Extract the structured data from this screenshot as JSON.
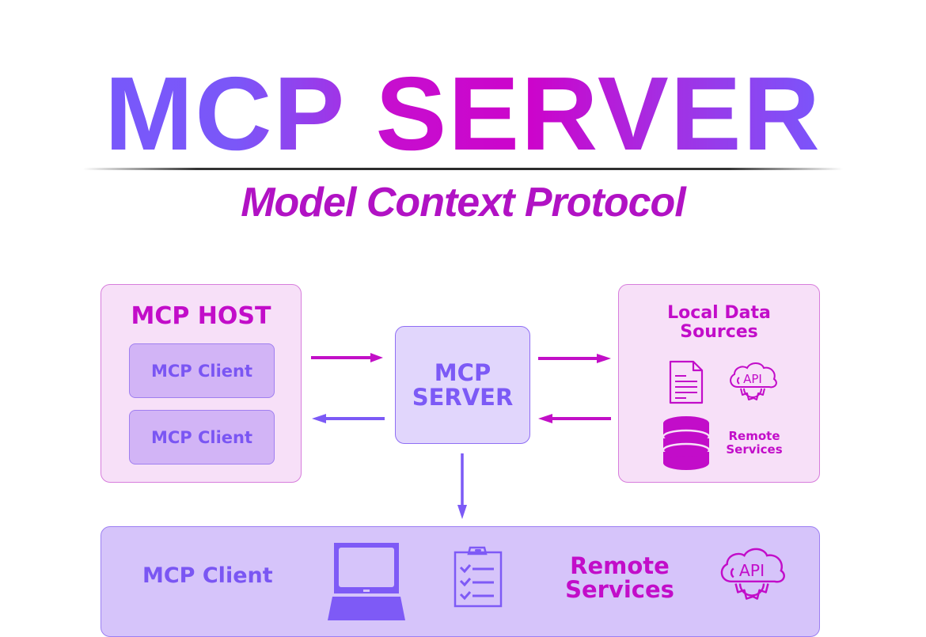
{
  "header": {
    "title_part1": "MCP",
    "title_part2": "SERVER",
    "subtitle": "Model Context Protocol"
  },
  "host": {
    "title": "MCP HOST",
    "clients": [
      "MCP Client",
      "MCP Client"
    ]
  },
  "server": {
    "line1": "MCP",
    "line2": "SERVER"
  },
  "local_sources": {
    "title_line1": "Local Data",
    "title_line2": "Sources",
    "icons": [
      "document-icon",
      "api-cloud-gear-icon",
      "database-icon"
    ],
    "remote_line1": "Remote",
    "remote_line2": "Services"
  },
  "bottom": {
    "client_label": "MCP Client",
    "icons": [
      "laptop-icon",
      "checklist-clipboard-icon",
      "api-cloud-gear-icon"
    ],
    "remote_line1": "Remote",
    "remote_line2": "Services"
  },
  "arrows": [
    {
      "from": "host",
      "to": "server",
      "color": "#c20fc7"
    },
    {
      "from": "server",
      "to": "host",
      "color": "#7c5af6"
    },
    {
      "from": "server",
      "to": "local_sources",
      "color": "#c20fc7"
    },
    {
      "from": "local_sources",
      "to": "server",
      "color": "#c20fc7"
    },
    {
      "from": "server",
      "to": "bottom_client",
      "color": "#7c5af6"
    }
  ],
  "colors": {
    "magenta": "#c20dc9",
    "violet": "#7a56f3",
    "pink_panel": "#f7e0f8",
    "purple_panel": "#d6c4fa"
  }
}
